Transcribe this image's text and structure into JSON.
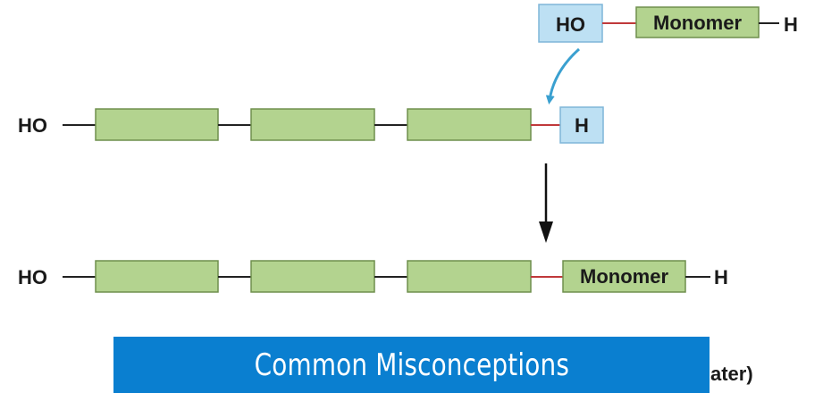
{
  "diagram": {
    "labels": {
      "ho": "HO",
      "h": "H",
      "monomer": "Monomer",
      "caption_fragment": "ater)"
    },
    "colors": {
      "monomer_fill": "#b3d38f",
      "monomer_stroke": "#6f8f4d",
      "group_fill": "#bde0f3",
      "group_stroke": "#7fb6d8",
      "bond": "#222222",
      "new_bond": "#c0393b",
      "curved_arrow": "#3aa0d0",
      "arrow": "#111111"
    }
  },
  "banner": {
    "text": "Common Misconceptions",
    "color": "#0a7fd0"
  }
}
